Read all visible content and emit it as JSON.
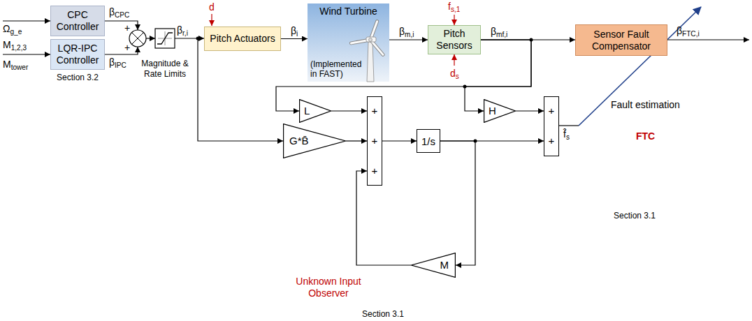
{
  "diagram": {
    "nodes": [
      {
        "text": [
          "CPC Controller"
        ]
      },
      {
        "text": [
          "LQR-IPC Controller"
        ]
      },
      {
        "text": [
          "Pitch Actuators"
        ]
      },
      {
        "text": [
          "Wind Turbine",
          "(Implemented in FAST)"
        ]
      },
      {
        "text": [
          "Pitch Sensors"
        ]
      },
      {
        "text": [
          "Fault estimation",
          "FTC"
        ]
      },
      {
        "text": [
          "Sensor Fault Compensator"
        ],
        "in": 5
      },
      {
        "text": [
          "Unknown Input Observer"
        ]
      },
      {
        "text": [
          "L"
        ],
        "in": 7
      },
      {
        "text": [
          "G*B̄"
        ],
        "in": 7
      },
      {
        "text": [
          "+",
          "+",
          "+"
        ],
        "in": 7
      },
      {
        "text": [
          "1/s"
        ],
        "in": 7
      },
      {
        "text": [
          "H"
        ],
        "in": 7
      },
      {
        "text": [
          "+",
          "+"
        ],
        "in": 7
      },
      {
        "text": [
          "M"
        ],
        "in": 7
      }
    ],
    "edges": [
      {
        "from": 2,
        "to": 3,
        "arrow": "to",
        "label": "βi"
      },
      {
        "from": 3,
        "to": 4,
        "arrow": "to",
        "label": "βm,i"
      },
      {
        "from": 4,
        "to": 6,
        "arrow": "to",
        "label": "βmf,i"
      },
      {
        "from": 4,
        "to": 8,
        "arrow": "to"
      },
      {
        "from": 4,
        "to": 12,
        "arrow": "to"
      },
      {
        "from": 8,
        "to": 10,
        "arrow": "to"
      },
      {
        "from": 9,
        "to": 10,
        "arrow": "to"
      },
      {
        "from": 14,
        "to": 10,
        "arrow": "to"
      },
      {
        "from": 10,
        "to": 11,
        "arrow": "to"
      },
      {
        "from": 11,
        "to": 13,
        "arrow": "to"
      },
      {
        "from": 11,
        "to": 14,
        "arrow": "to"
      },
      {
        "from": 12,
        "to": 13,
        "arrow": "to"
      }
    ],
    "labels": [
      "Ωg_e",
      "M1,2,3",
      "Mtower",
      "Section 3.2",
      "βCPC",
      "βIPC",
      "+",
      "+",
      "Magnitude & Rate Limits",
      "βr,i",
      "d",
      "fs,1",
      "ds",
      "βFTC,i",
      "f̂s",
      "Section 3.1",
      "Section 3.1"
    ]
  }
}
